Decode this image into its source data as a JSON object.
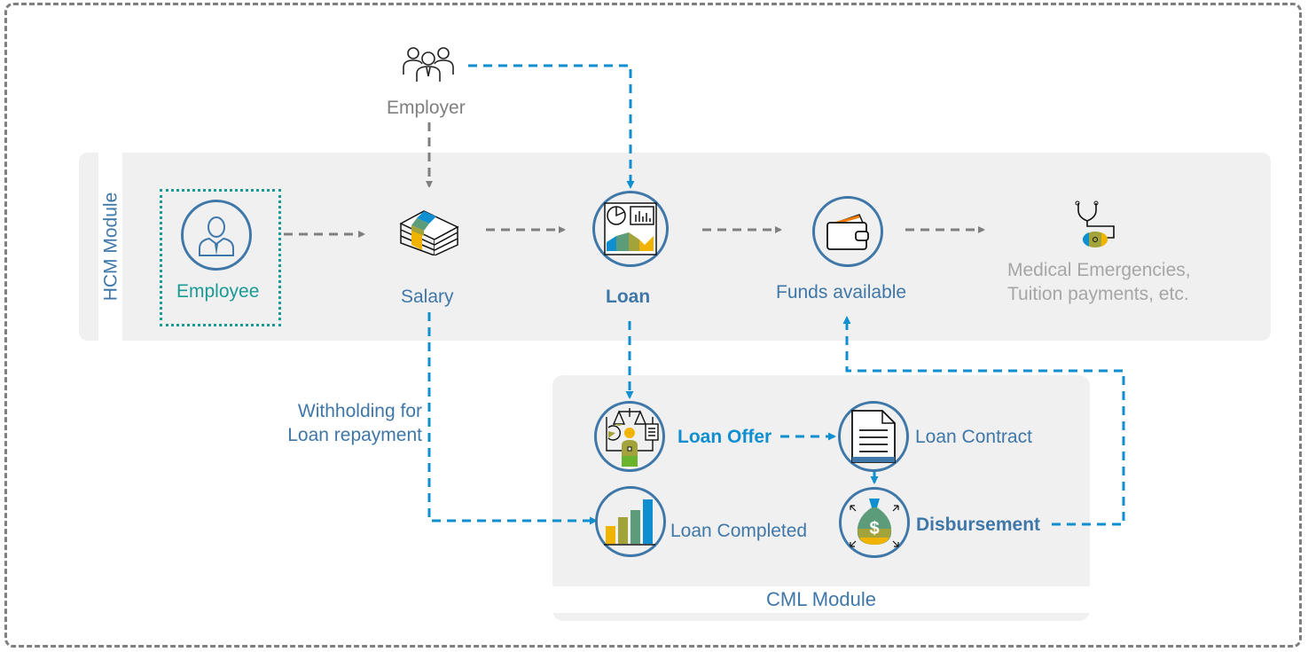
{
  "diagram": {
    "title": "Employee loan process across HCM and CML modules",
    "colors": {
      "module_label": "#3f77a8",
      "flow_blue": "#0f8ed0",
      "flow_gray": "#7f7f7f",
      "employee_teal": "#1a9a94",
      "muted_text": "#a6a6a6",
      "band_fill": "#f0f0f0"
    },
    "modules": {
      "hcm": "HCM Module",
      "cml": "CML Module"
    },
    "nodes": {
      "employer": {
        "label": "Employer",
        "icon": "people-group-icon"
      },
      "employee": {
        "label": "Employee",
        "icon": "person-icon"
      },
      "salary": {
        "label": "Salary",
        "icon": "money-stack-icon"
      },
      "loan": {
        "label": "Loan",
        "icon": "dashboard-chart-icon"
      },
      "funds": {
        "label": "Funds available",
        "icon": "wallet-icon"
      },
      "uses": {
        "label_line1": "Medical Emergencies,",
        "label_line2": "Tuition payments, etc.",
        "icon": "stethoscope-icon"
      },
      "loan_offer": {
        "label": "Loan Offer",
        "icon": "scale-person-icon"
      },
      "loan_contract": {
        "label": "Loan Contract",
        "icon": "document-icon"
      },
      "disbursement": {
        "label": "Disbursement",
        "icon": "money-bag-icon"
      },
      "loan_completed": {
        "label": "Loan Completed",
        "icon": "bar-chart-icon"
      }
    },
    "annotations": {
      "withholding_line1": "Withholding for",
      "withholding_line2": "Loan repayment"
    },
    "edges": [
      {
        "from": "employer",
        "to": "salary",
        "style": "gray-dashed"
      },
      {
        "from": "employer",
        "to": "loan",
        "style": "blue-dashed"
      },
      {
        "from": "employee",
        "to": "salary",
        "style": "gray-dashed"
      },
      {
        "from": "salary",
        "to": "loan",
        "style": "gray-dashed"
      },
      {
        "from": "loan",
        "to": "funds",
        "style": "gray-dashed"
      },
      {
        "from": "funds",
        "to": "uses",
        "style": "gray-dashed"
      },
      {
        "from": "loan",
        "to": "loan_offer",
        "style": "blue-dashed"
      },
      {
        "from": "loan_offer",
        "to": "loan_contract",
        "style": "blue-dashed"
      },
      {
        "from": "loan_contract",
        "to": "disbursement",
        "style": "blue-solid"
      },
      {
        "from": "disbursement",
        "to": "funds",
        "style": "blue-dashed"
      },
      {
        "from": "salary",
        "to": "loan_completed",
        "style": "blue-dashed",
        "label": "Withholding for Loan repayment"
      }
    ]
  }
}
